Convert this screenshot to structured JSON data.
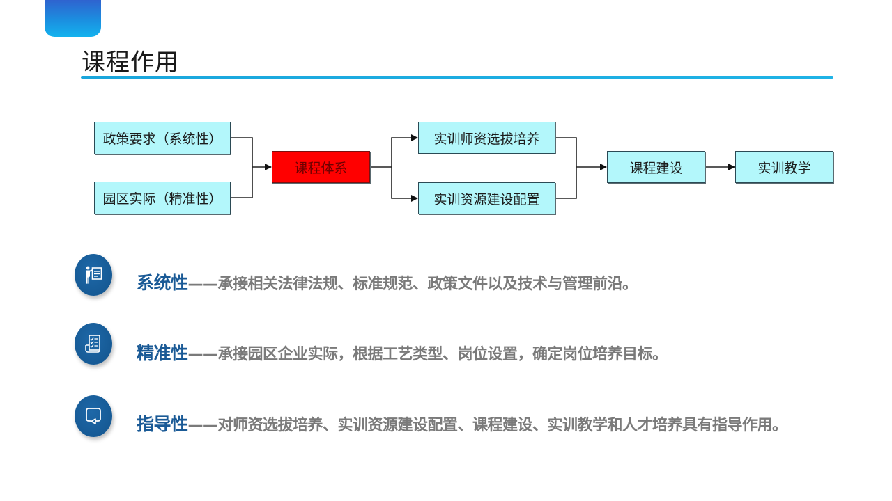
{
  "header": {
    "title": "课程作用"
  },
  "diagram": {
    "inputs": [
      {
        "label": "政策要求（系统性）"
      },
      {
        "label": "园区实际（精准性）"
      }
    ],
    "core": {
      "label": "课程体系",
      "color": "#ff0000"
    },
    "branches": [
      {
        "label": "实训师资选拔培养"
      },
      {
        "label": "实训资源建设配置"
      }
    ],
    "merge": {
      "label": "课程建设"
    },
    "final": {
      "label": "实训教学"
    },
    "box_fill": "#b3f7fb"
  },
  "points": [
    {
      "icon": "presenter-board-icon",
      "keyword": "系统性",
      "dash": "——",
      "text": "承接相关法律法规、标准规范、政策文件以及技术与管理前沿。"
    },
    {
      "icon": "checklist-icon",
      "keyword": "精准性",
      "dash": "——",
      "text": "承接园区企业实际，根据工艺类型、岗位设置，确定岗位培养目标。"
    },
    {
      "icon": "speech-bubble-icon",
      "keyword": "指导性",
      "dash": "——",
      "text": "对师资选拔培养、实训资源建设配置、课程建设、实训教学和人才培养具有指导作用。"
    }
  ],
  "colors": {
    "accent": "#1aa6dc",
    "keyword": "#1a5a96",
    "body_text": "#7a7a7a"
  }
}
